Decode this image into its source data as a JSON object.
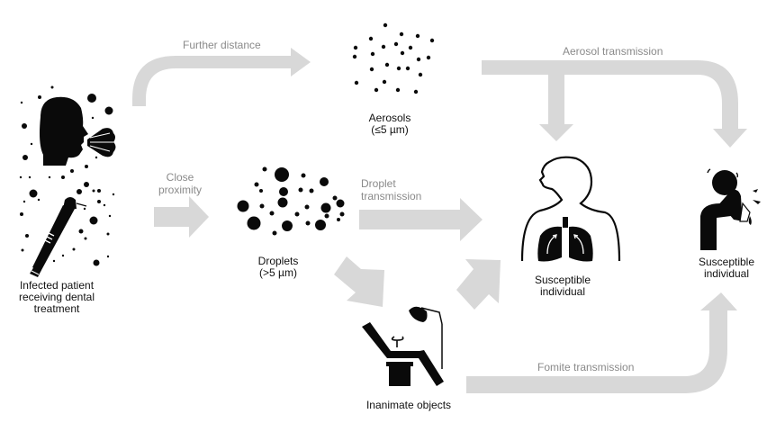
{
  "colors": {
    "arrow": "#d8d8d8",
    "icon": "#0a0a0a",
    "arrow_label": "#8a8a8a",
    "node_label": "#111111",
    "background": "#ffffff"
  },
  "nodes": {
    "source": {
      "lines": [
        "Infected patient",
        "receiving dental",
        "treatment"
      ],
      "icons": [
        "coughing-head-icon",
        "dental-handpiece-icon",
        "particle-spray-icon"
      ]
    },
    "aerosols": {
      "lines": [
        "Aerosols",
        "(≤5 µm)"
      ],
      "icon": "small-particles-icon"
    },
    "droplets": {
      "lines": [
        "Droplets",
        "(>5 µm)"
      ],
      "icon": "large-particles-icon"
    },
    "inanimate": {
      "lines": [
        "Inanimate objects"
      ],
      "icon": "dental-chair-icon"
    },
    "susceptible_lungs": {
      "lines": [
        "Susceptible",
        "individual"
      ],
      "icon": "human-lungs-icon"
    },
    "susceptible_coughing": {
      "lines": [
        "Susceptible",
        "individual"
      ],
      "icon": "coughing-person-icon"
    }
  },
  "arrows": {
    "further_distance": {
      "label": "Further distance",
      "from": "source",
      "to": "aerosols"
    },
    "close_proximity": {
      "label_lines": [
        "Close",
        "proximity"
      ],
      "from": "source",
      "to": "droplets"
    },
    "aerosol_transmission": {
      "label": "Aerosol transmission",
      "from": "aerosols",
      "to": [
        "susceptible_lungs",
        "susceptible_coughing"
      ]
    },
    "droplet_transmission": {
      "label_lines": [
        "Droplet",
        "transmission"
      ],
      "from": "droplets",
      "to": "susceptible_lungs"
    },
    "droplets_to_objects": {
      "label": "",
      "from": "droplets",
      "to": "inanimate"
    },
    "objects_to_lungs": {
      "label": "",
      "from": "inanimate",
      "to": "susceptible_lungs"
    },
    "fomite_transmission": {
      "label": "Fomite transmission",
      "from": "inanimate",
      "to": "susceptible_coughing"
    }
  }
}
